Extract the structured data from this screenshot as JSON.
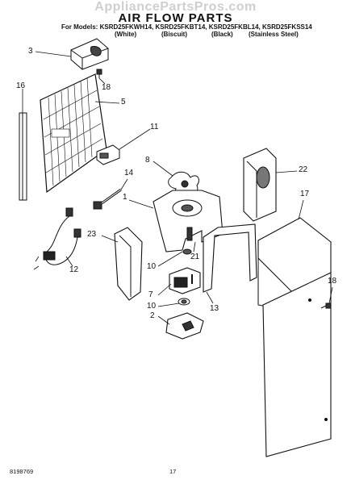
{
  "watermark": "AppliancePartsPros.com",
  "title": "AIR FLOW PARTS",
  "models": {
    "prefix": "For Models:",
    "list": "KSRD25FKWH14, KSRD25FKBT14, KSRD25FKBL14, KSRD25FKSS14",
    "colors": [
      "(White)",
      "(Biscuit)",
      "(Black)",
      "(Stainless Steel)"
    ]
  },
  "callouts": [
    "3",
    "18",
    "16",
    "5",
    "11",
    "14",
    "8",
    "22",
    "17",
    "1",
    "23",
    "21",
    "12",
    "10",
    "13",
    "7",
    "10",
    "2",
    "18"
  ],
  "footer": {
    "doc_number": "8198769",
    "page": "17"
  }
}
